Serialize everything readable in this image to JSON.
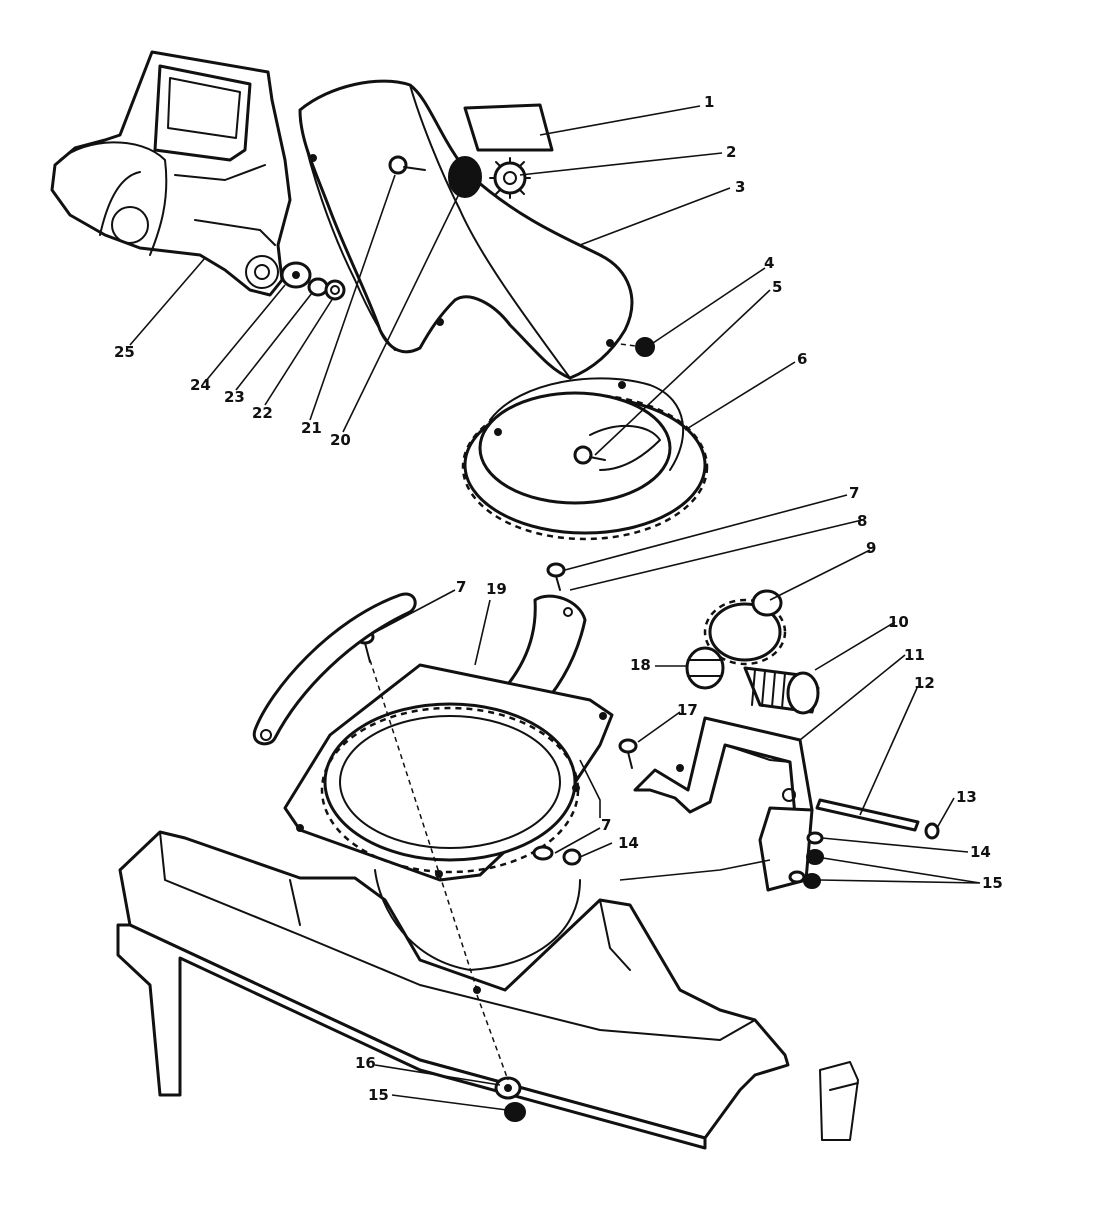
{
  "callouts": [
    {
      "id": "1",
      "text": "1"
    },
    {
      "id": "2",
      "text": "2"
    },
    {
      "id": "3",
      "text": "3"
    },
    {
      "id": "4",
      "text": "4"
    },
    {
      "id": "5",
      "text": "5"
    },
    {
      "id": "6",
      "text": "6"
    },
    {
      "id": "7a",
      "text": "7"
    },
    {
      "id": "8",
      "text": "8"
    },
    {
      "id": "9",
      "text": "9"
    },
    {
      "id": "7b",
      "text": "7"
    },
    {
      "id": "19",
      "text": "19"
    },
    {
      "id": "10",
      "text": "10"
    },
    {
      "id": "18",
      "text": "18"
    },
    {
      "id": "11",
      "text": "11"
    },
    {
      "id": "12",
      "text": "12"
    },
    {
      "id": "17",
      "text": "17"
    },
    {
      "id": "13",
      "text": "13"
    },
    {
      "id": "7c",
      "text": "7"
    },
    {
      "id": "14a",
      "text": "14"
    },
    {
      "id": "14b",
      "text": "14"
    },
    {
      "id": "15a",
      "text": "15"
    },
    {
      "id": "16",
      "text": "16"
    },
    {
      "id": "15b",
      "text": "15"
    },
    {
      "id": "25",
      "text": "25"
    },
    {
      "id": "24",
      "text": "24"
    },
    {
      "id": "23",
      "text": "23"
    },
    {
      "id": "22",
      "text": "22"
    },
    {
      "id": "21",
      "text": "21"
    },
    {
      "id": "20",
      "text": "20"
    }
  ]
}
